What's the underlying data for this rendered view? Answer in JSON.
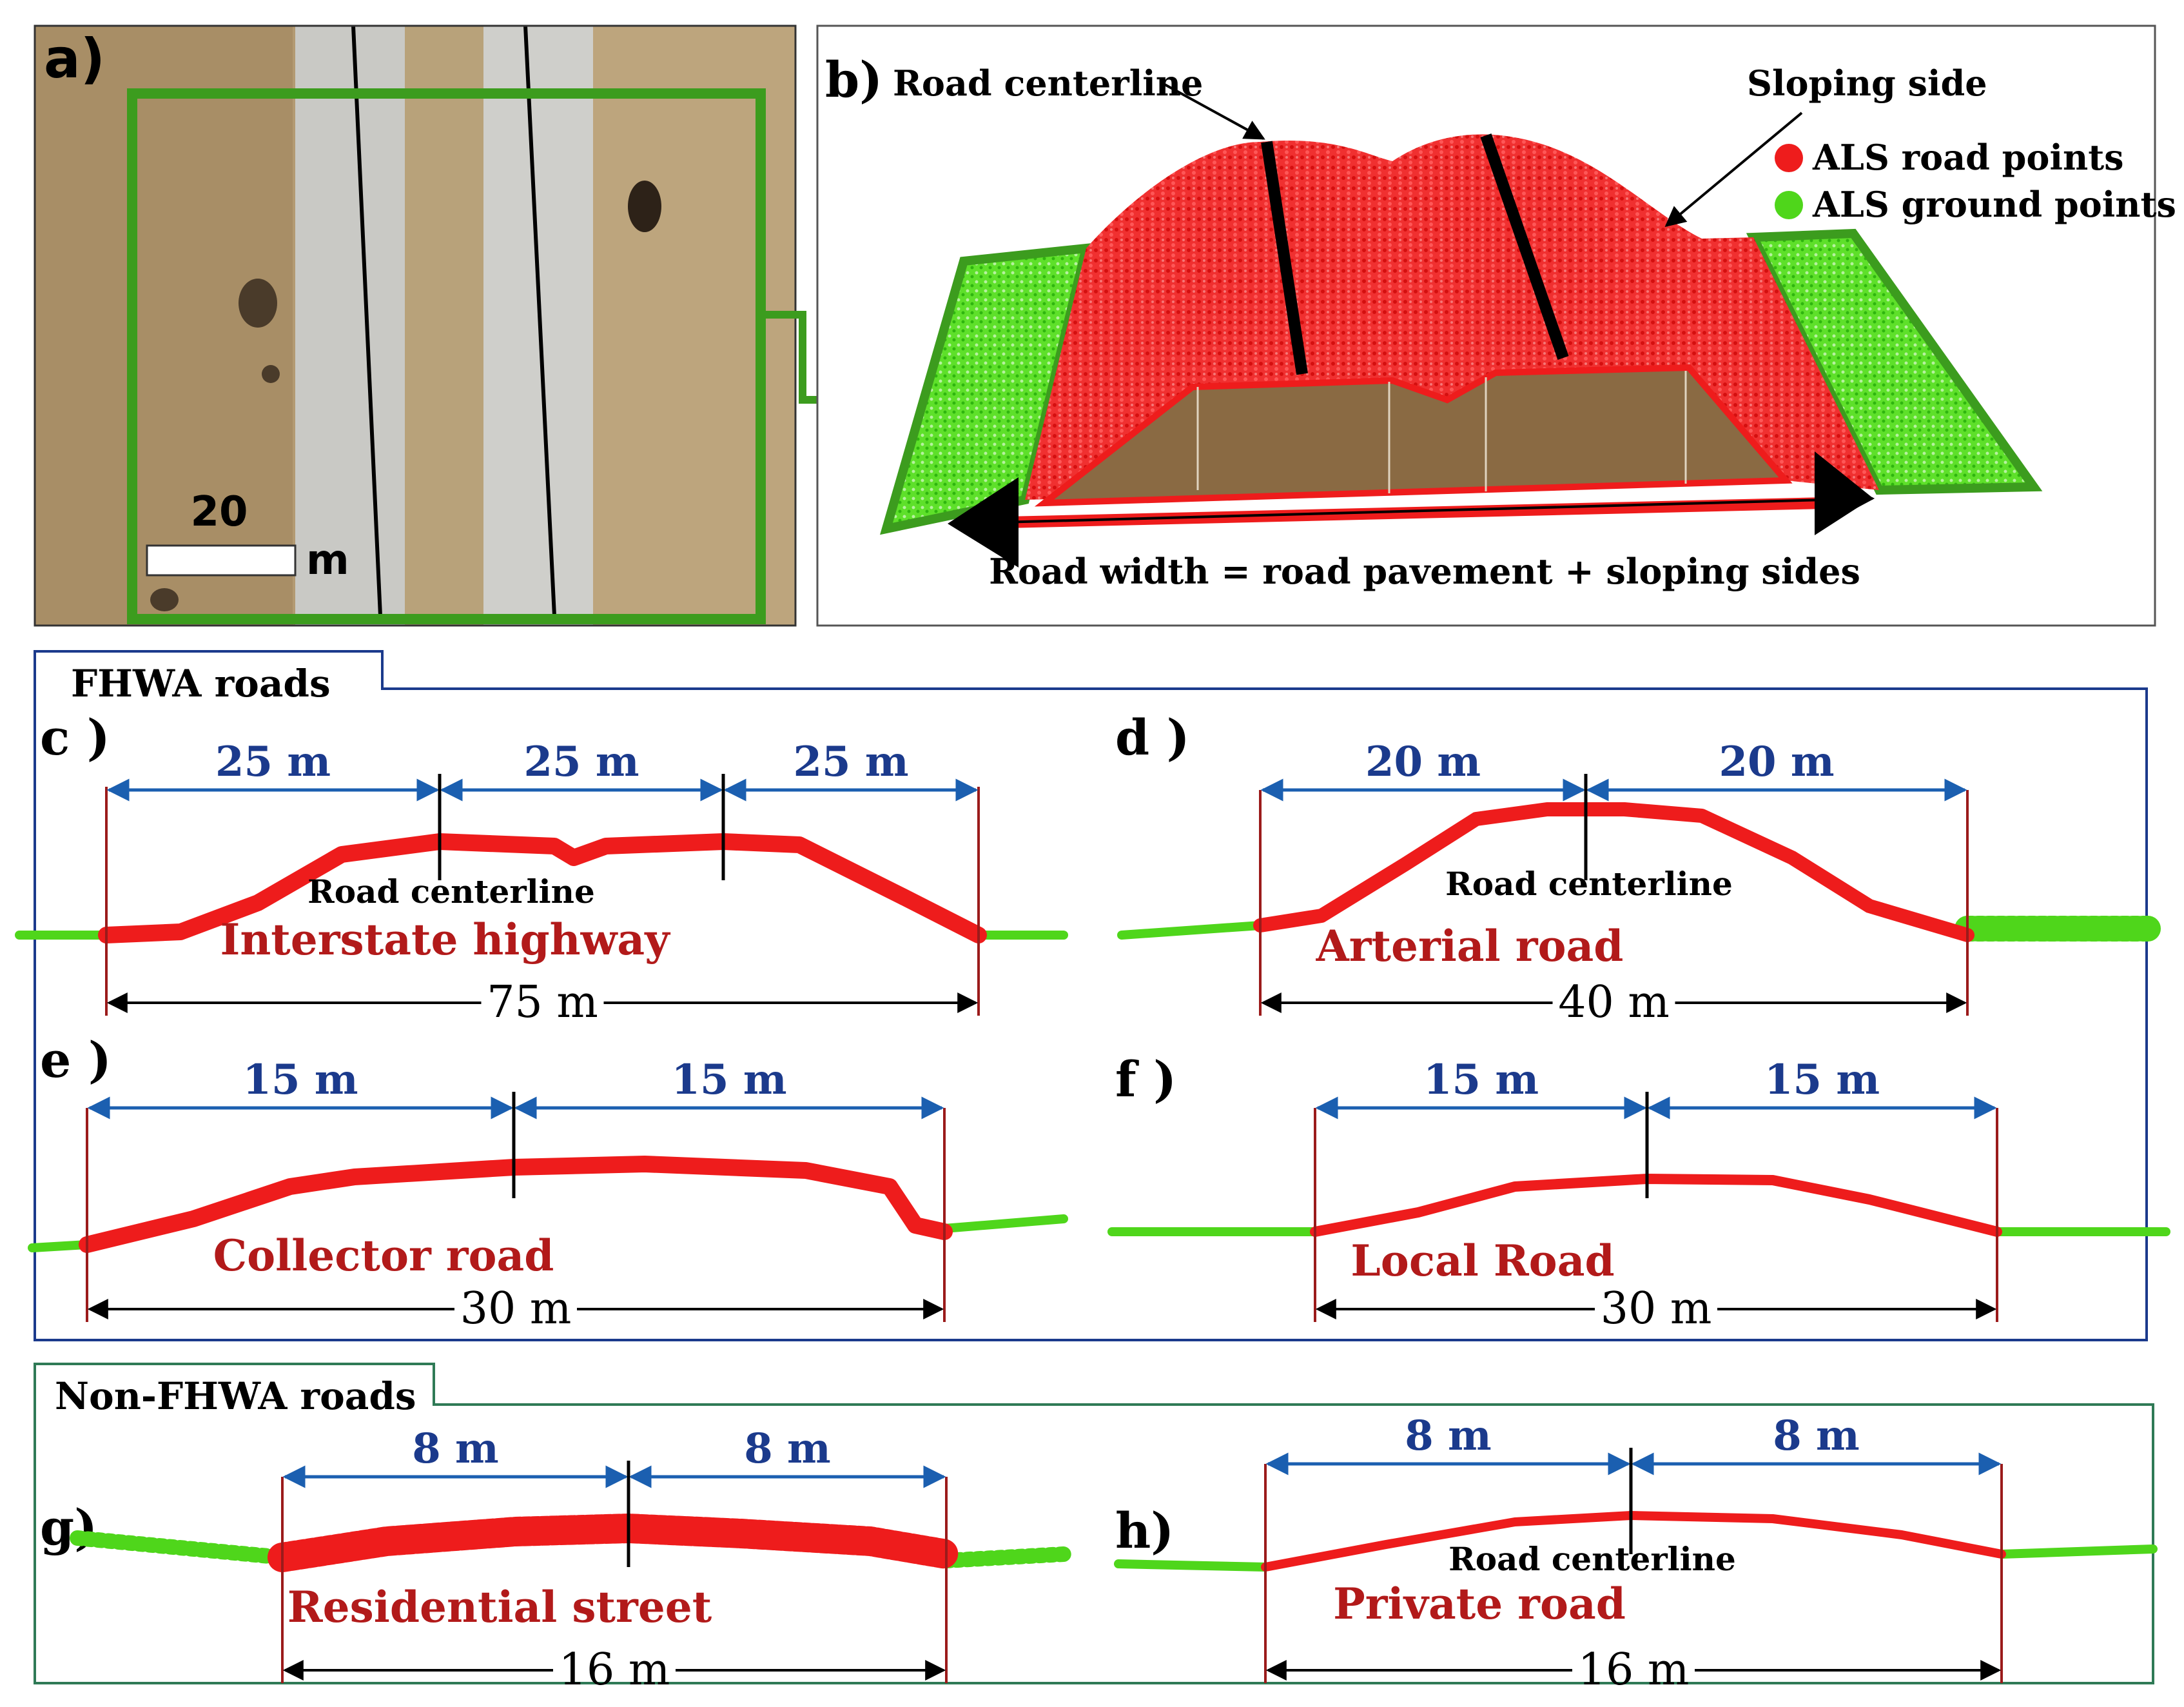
{
  "colors": {
    "road_points": "#ee1c1c",
    "ground_points": "#4fd61b",
    "outline_green": "#3c9c1e",
    "fhwa_box": "#1b3a8c",
    "nonfhwa_box": "#2f7a56",
    "dimension_blue": "#1b5fb0",
    "road_name": "#b21a1a",
    "boundary_line": "#9b1b1b",
    "pavement_fill": "#8a6a43"
  },
  "panel_a": {
    "letter": "a)",
    "scale_value": "20",
    "scale_unit": "m"
  },
  "panel_b": {
    "letter": "b)",
    "centerline_label": "Road centerline",
    "sloping_label": "Sloping side",
    "legend_road": "ALS road points",
    "legend_ground": "ALS ground points",
    "width_caption": "Road width = road pavement + sloping sides"
  },
  "fhwa": {
    "box_label": "FHWA roads",
    "c": {
      "letter": "c )",
      "segments": [
        "25 m",
        "25 m",
        "25 m"
      ],
      "centerline_label": "Road centerline",
      "name": "Interstate highway",
      "total": "75 m"
    },
    "d": {
      "letter": "d )",
      "segments": [
        "20 m",
        "20 m"
      ],
      "centerline_label": "Road centerline",
      "name": "Arterial road",
      "total": "40 m"
    },
    "e": {
      "letter": "e )",
      "segments": [
        "15 m",
        "15 m"
      ],
      "name": "Collector road",
      "total": "30 m"
    },
    "f": {
      "letter": "f )",
      "segments": [
        "15 m",
        "15 m"
      ],
      "name": "Local Road",
      "total": "30 m"
    }
  },
  "nonfhwa": {
    "box_label": "Non-FHWA roads",
    "g": {
      "letter": "g)",
      "segments": [
        "8 m",
        "8 m"
      ],
      "name": "Residential street",
      "total": "16 m"
    },
    "h": {
      "letter": "h)",
      "segments": [
        "8 m",
        "8 m"
      ],
      "centerline_label": "Road centerline",
      "name": "Private road",
      "total": "16 m"
    }
  }
}
